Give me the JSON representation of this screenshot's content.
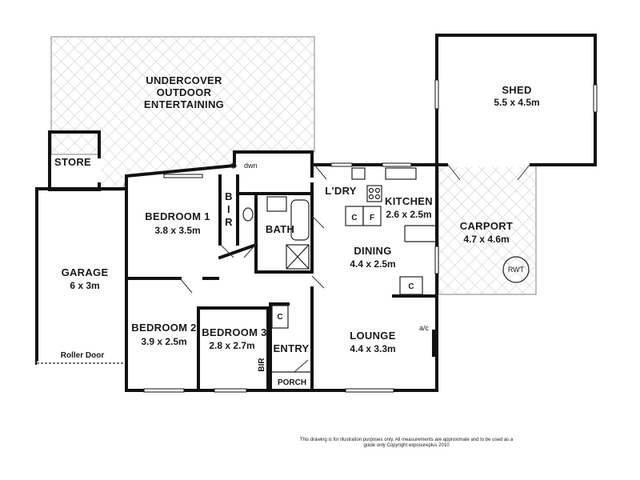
{
  "rooms": {
    "outdoor": {
      "line1": "UNDERCOVER",
      "line2": "OUTDOOR",
      "line3": "ENTERTAINING"
    },
    "shed": {
      "name": "SHED",
      "dims": "5.5 x 4.5m"
    },
    "store": {
      "name": "STORE"
    },
    "garage": {
      "name": "GARAGE",
      "dims": "6 x 3m",
      "door": "Roller Door"
    },
    "bedroom1": {
      "name": "BEDROOM 1",
      "dims": "3.8 x 3.5m"
    },
    "bir1": {
      "b": "B",
      "i": "I",
      "r": "R"
    },
    "bath": {
      "name": "BATH"
    },
    "laundry": {
      "name": "L'DRY",
      "dwn": "dwn"
    },
    "kitchen": {
      "name": "KITCHEN",
      "dims": "2.6 x 2.5m"
    },
    "carport": {
      "name": "CARPORT",
      "dims": "4.7 x 4.6m",
      "rwt": "RWT"
    },
    "dining": {
      "name": "DINING",
      "dims": "4.4 x 2.5m"
    },
    "bedroom2": {
      "name": "BEDROOM 2",
      "dims": "3.9 x 2.5m"
    },
    "bedroom3": {
      "name": "BEDROOM 3",
      "dims": "2.8 x 2.7m"
    },
    "bir3": {
      "name": "BIR"
    },
    "entry": {
      "name": "ENTRY"
    },
    "porch": {
      "name": "PORCH"
    },
    "lounge": {
      "name": "LOUNGE",
      "dims": "4.4 x 3.3m",
      "ac": "a/c"
    },
    "cupboards": {
      "c": "C",
      "f": "F"
    }
  },
  "disclaimer": {
    "line1": "This drawing is for illustration purposes only. All measurements are approximate and to be used as a",
    "line2": "guide only Copyright exposureplus 2010"
  }
}
